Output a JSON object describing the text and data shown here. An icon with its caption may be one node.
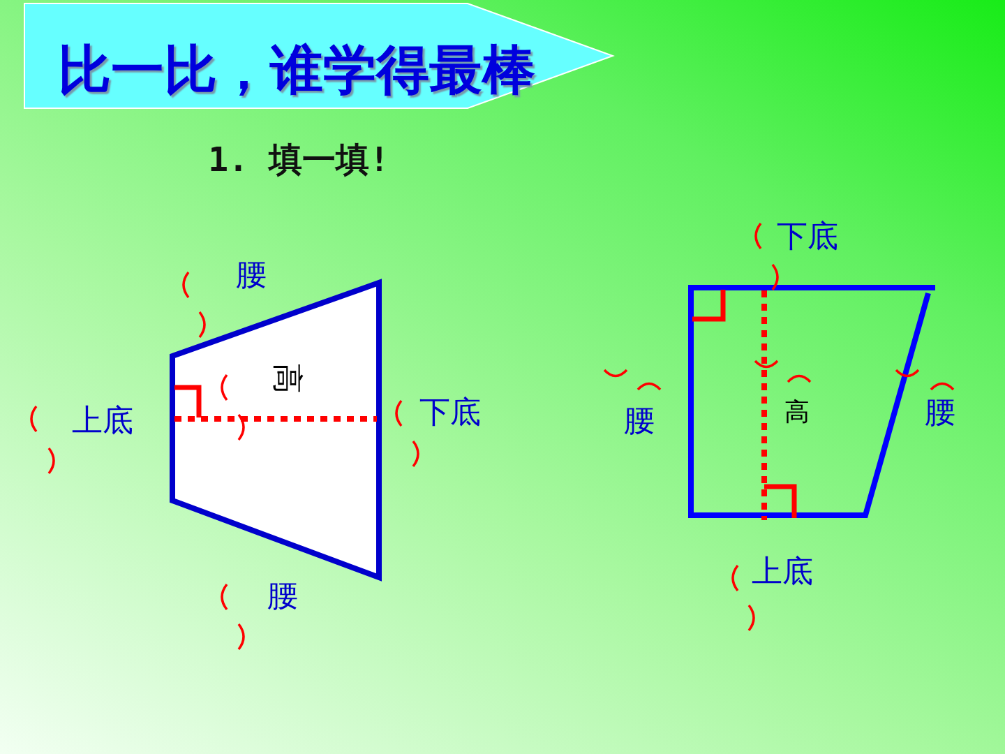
{
  "diagram": {
    "title": "比一比，谁学得最棒",
    "labels": [
      "1. 填一填!",
      "下底",
      "腰",
      "高",
      "高",
      "腰",
      "腰",
      "上底",
      "下底",
      "上底",
      "腰"
    ]
  }
}
